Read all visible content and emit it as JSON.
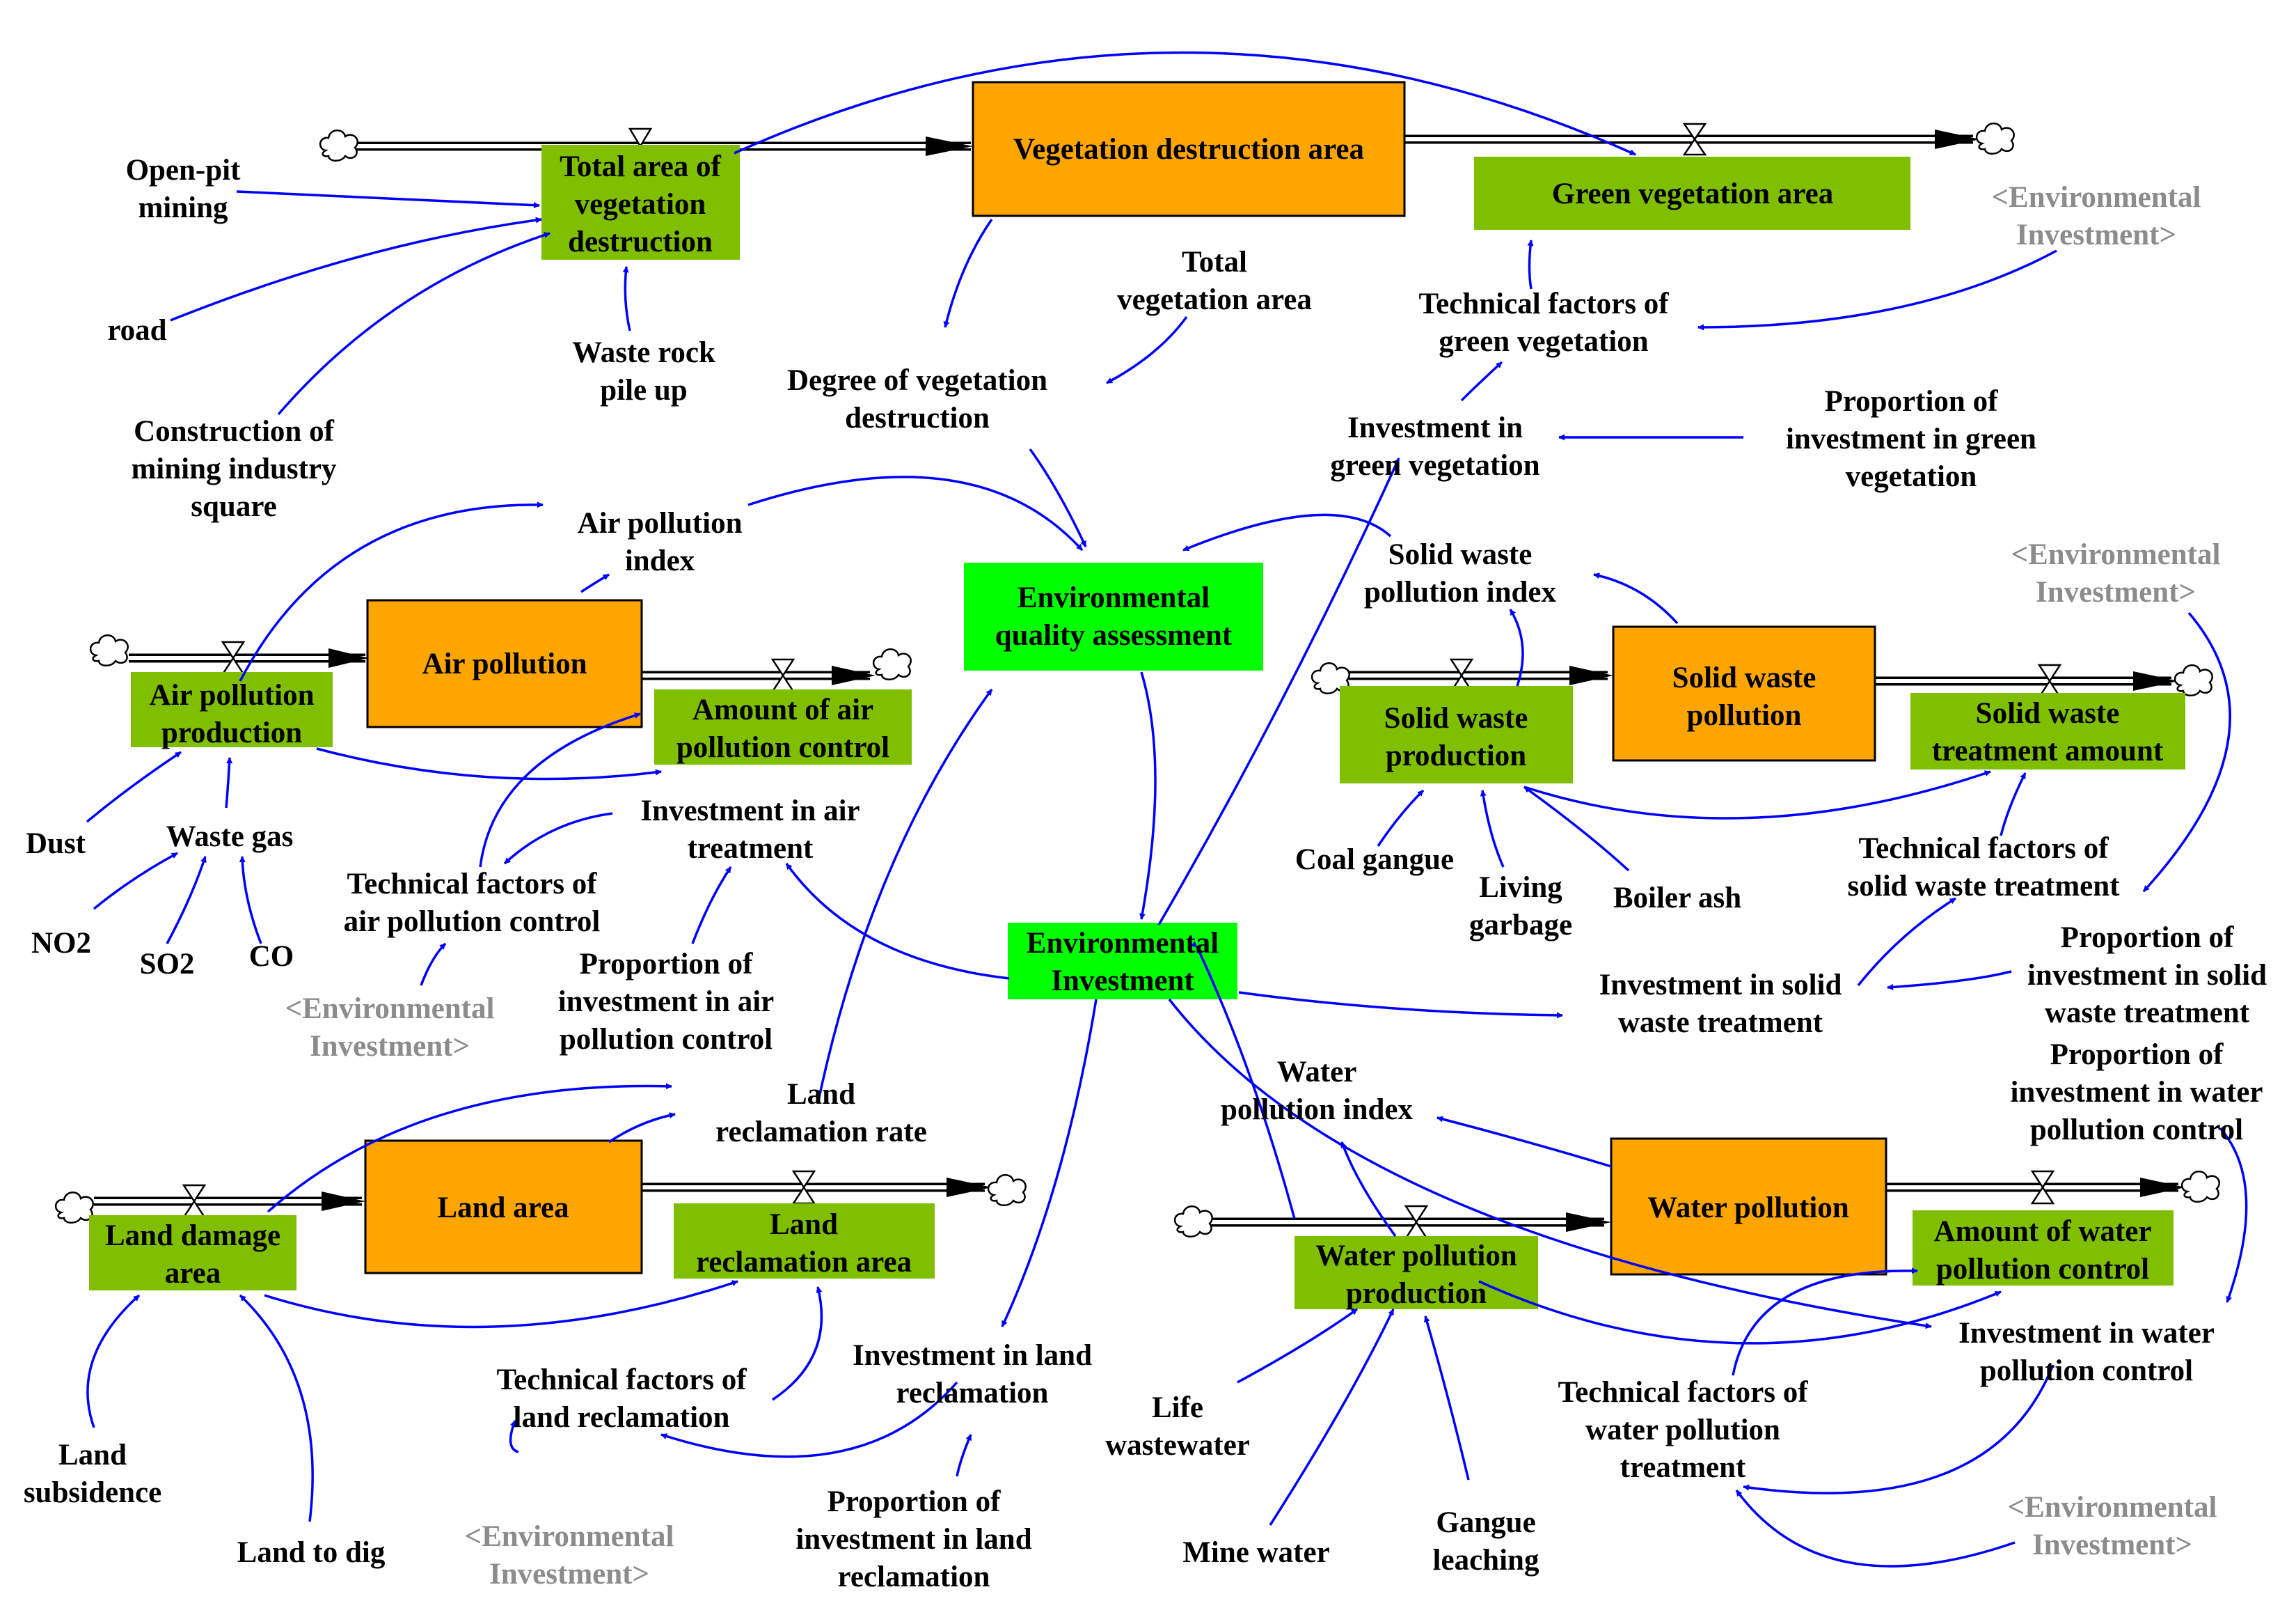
{
  "stocks": {
    "vegetation_destruction_area": [
      "Vegetation destruction area"
    ],
    "air_pollution": [
      "Air pollution"
    ],
    "solid_waste_pollution": [
      "Solid waste",
      "pollution"
    ],
    "land_area": [
      "Land area"
    ],
    "water_pollution": [
      "Water pollution"
    ]
  },
  "flows": {
    "total_area_vegetation_destruction": [
      "Total area of",
      "vegetation",
      "destruction"
    ],
    "green_vegetation_area": [
      "Green vegetation area"
    ],
    "air_pollution_production": [
      "Air pollution",
      "production"
    ],
    "amount_air_pollution_control": [
      "Amount of air",
      "pollution control"
    ],
    "solid_waste_production": [
      "Solid waste",
      "production"
    ],
    "solid_waste_treatment_amount": [
      "Solid waste",
      "treatment amount"
    ],
    "land_damage_area": [
      "Land damage",
      "area"
    ],
    "land_reclamation_area": [
      "Land",
      "reclamation area"
    ],
    "water_pollution_production": [
      "Water pollution",
      "production"
    ],
    "amount_water_pollution_control": [
      "Amount of water",
      "pollution control"
    ]
  },
  "hubs": {
    "environmental_quality_assessment": [
      "Environmental",
      "quality assessment"
    ],
    "environmental_investment": [
      "Environmental",
      "Investment"
    ]
  },
  "variables": {
    "open_pit_mining": [
      "Open-pit",
      "mining"
    ],
    "road": [
      "road"
    ],
    "construction_mining_square": [
      "Construction of",
      "mining industry",
      "square"
    ],
    "waste_rock_pile_up": [
      "Waste rock",
      "pile up"
    ],
    "degree_vegetation_destruction": [
      "Degree of vegetation",
      "destruction"
    ],
    "total_vegetation_area": [
      "Total",
      "vegetation area"
    ],
    "technical_factors_green_vegetation": [
      "Technical factors of",
      "green vegetation"
    ],
    "investment_green_vegetation": [
      "Investment in",
      "green vegetation"
    ],
    "proportion_investment_green_vegetation": [
      "Proportion of",
      "investment in green",
      "vegetation"
    ],
    "air_pollution_index": [
      "Air pollution",
      "index"
    ],
    "dust": [
      "Dust"
    ],
    "waste_gas": [
      "Waste gas"
    ],
    "no2": [
      "NO2"
    ],
    "so2": [
      "SO2"
    ],
    "co": [
      "CO"
    ],
    "technical_factors_air_pollution_control": [
      "Technical factors of",
      "air pollution control"
    ],
    "investment_air_treatment": [
      "Investment in air",
      "treatment"
    ],
    "proportion_investment_air_pollution_control": [
      "Proportion of",
      "investment in air",
      "pollution control"
    ],
    "solid_waste_pollution_index": [
      "Solid waste",
      "pollution index"
    ],
    "coal_gangue": [
      "Coal gangue"
    ],
    "living_garbage": [
      "Living",
      "garbage"
    ],
    "boiler_ash": [
      "Boiler ash"
    ],
    "technical_factors_solid_waste_treatment": [
      "Technical factors of",
      "solid waste treatment"
    ],
    "investment_solid_waste_treatment": [
      "Investment in solid",
      "waste treatment"
    ],
    "proportion_investment_solid_waste_treatment": [
      "Proportion of",
      "investment in solid",
      "waste treatment"
    ],
    "land_reclamation_rate": [
      "Land",
      "reclamation rate"
    ],
    "land_subsidence": [
      "Land",
      "subsidence"
    ],
    "land_to_dig": [
      "Land to dig"
    ],
    "technical_factors_land_reclamation": [
      "Technical factors of",
      "land reclamation"
    ],
    "investment_land_reclamation": [
      "Investment in land",
      "reclamation"
    ],
    "proportion_investment_land_reclamation": [
      "Proportion of",
      "investment in land",
      "reclamation"
    ],
    "water_pollution_index": [
      "Water",
      "pollution index"
    ],
    "life_wastewater": [
      "Life",
      "wastewater"
    ],
    "mine_water": [
      "Mine water"
    ],
    "gangue_leaching": [
      "Gangue",
      "leaching"
    ],
    "technical_factors_water_pollution_treatment": [
      "Technical factors of",
      "water pollution",
      "treatment"
    ],
    "investment_water_pollution_control": [
      "Investment in water",
      "pollution control"
    ],
    "proportion_investment_water_pollution_control": [
      "Proportion of",
      "investment in water",
      "pollution control"
    ]
  },
  "shadow_variables": {
    "env_investment_green": [
      "<Environmental",
      "Investment>"
    ],
    "env_investment_solid": [
      "<Environmental",
      "Investment>"
    ],
    "env_investment_air": [
      "<Environmental",
      "Investment>"
    ],
    "env_investment_land": [
      "<Environmental",
      "Investment>"
    ],
    "env_investment_water": [
      "<Environmental",
      "Investment>"
    ]
  },
  "colors": {
    "stock": "#ffa500",
    "flow_variable": "#7fbf00",
    "hub": "#00ff00",
    "causal_link": "#0000ff",
    "shadow_text": "#8c8c8c",
    "text": "#000000"
  },
  "icons": [
    "cloud-icon",
    "valve-icon",
    "arrowhead-icon"
  ]
}
